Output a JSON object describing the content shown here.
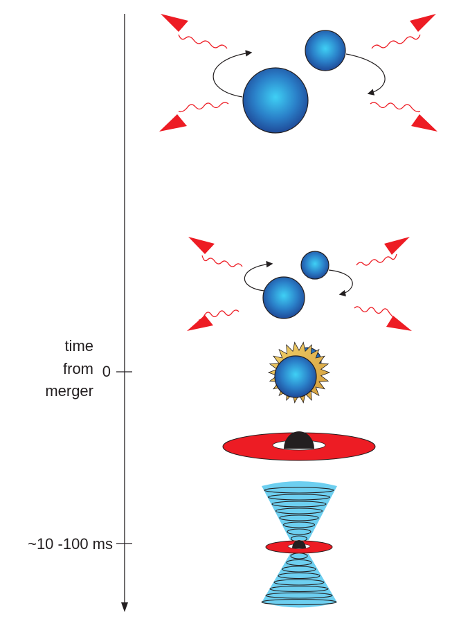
{
  "axis": {
    "title_lines": [
      "time",
      "from",
      "merger"
    ],
    "ticks": [
      {
        "label": "0"
      },
      {
        "label": "~10 -100 ms"
      }
    ]
  },
  "stages": [
    "inspiral-wide",
    "inspiral-close",
    "merger",
    "black-hole-accretion-disk",
    "jet-launch"
  ],
  "colors": {
    "star_center": "#38c6f0",
    "star_edge": "#1f4e9c",
    "gw_arrow": "#ed1c24",
    "disk": "#ed1c24",
    "jet": "#6dcff0",
    "shock": "#e8b84a",
    "black_hole": "#231f20"
  }
}
